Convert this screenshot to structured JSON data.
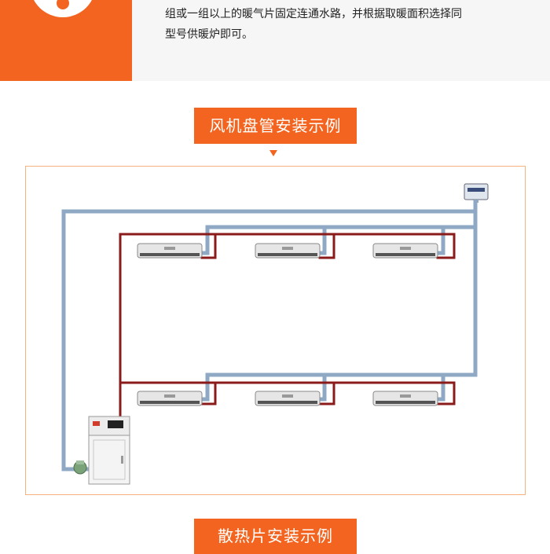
{
  "intro": {
    "line1": "组或一组以上的暖气片固定连通水路，并根据取暖面积选择同",
    "line2": "型号供暖炉即可。"
  },
  "sections": {
    "fan_coil_title": "风机盘管安装示例",
    "radiator_title": "散热片安装示例"
  },
  "colors": {
    "accent": "#f2641f",
    "supply_pipe": "#8fa9c4",
    "return_pipe": "#8b1a1a",
    "frame_border": "#f7b27f"
  },
  "diagram": {
    "fan_coil_units_per_row": 3,
    "fan_coil_rows": 2,
    "boiler_icon": "wall-boiler-icon",
    "expansion_tank_icon": "expansion-tank-icon",
    "pump_icon": "circulation-pump-icon"
  }
}
